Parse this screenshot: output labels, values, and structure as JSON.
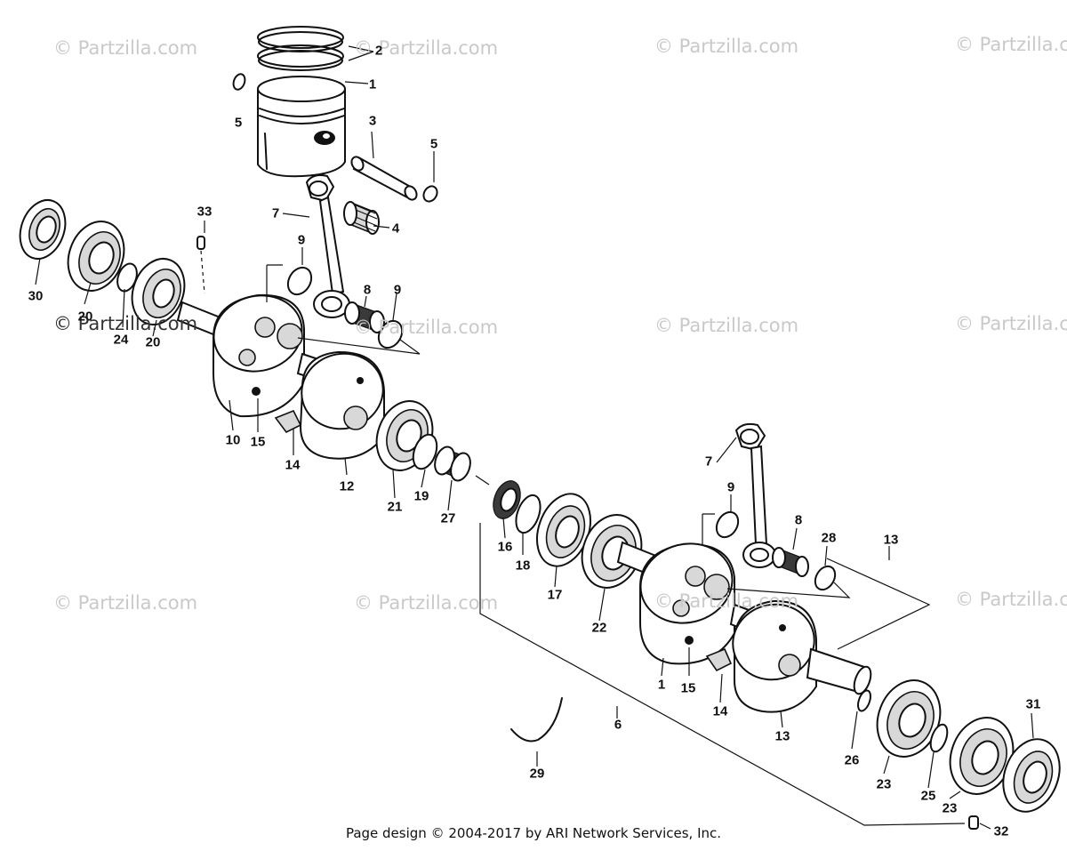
{
  "watermark_text": "© Partzilla.com",
  "footer": {
    "copyright": "Page design © 2004-2017 by ARI Network Services, Inc."
  },
  "callouts": {
    "c1a": "1",
    "c1b": "1",
    "c2": "2",
    "c3": "3",
    "c4": "4",
    "c5a": "5",
    "c5b": "5",
    "c6": "6",
    "c7a": "7",
    "c7b": "7",
    "c8a": "8",
    "c8b": "8",
    "c9a": "9",
    "c9b": "9",
    "c9c": "9",
    "c10": "10",
    "c12": "12",
    "c13a": "13",
    "c13b": "13",
    "c14a": "14",
    "c14b": "14",
    "c15a": "15",
    "c15b": "15",
    "c16": "16",
    "c17": "17",
    "c18": "18",
    "c19": "19",
    "c20a": "20",
    "c20b": "20",
    "c21": "21",
    "c22": "22",
    "c23a": "23",
    "c23b": "23",
    "c24": "24",
    "c25": "25",
    "c26": "26",
    "c27": "27",
    "c28": "28",
    "c29": "29",
    "c30": "30",
    "c31": "31",
    "c32": "32",
    "c33": "33"
  },
  "colors": {
    "ink": "#111111",
    "watermark": "#c9c9c9",
    "background": "#ffffff"
  }
}
